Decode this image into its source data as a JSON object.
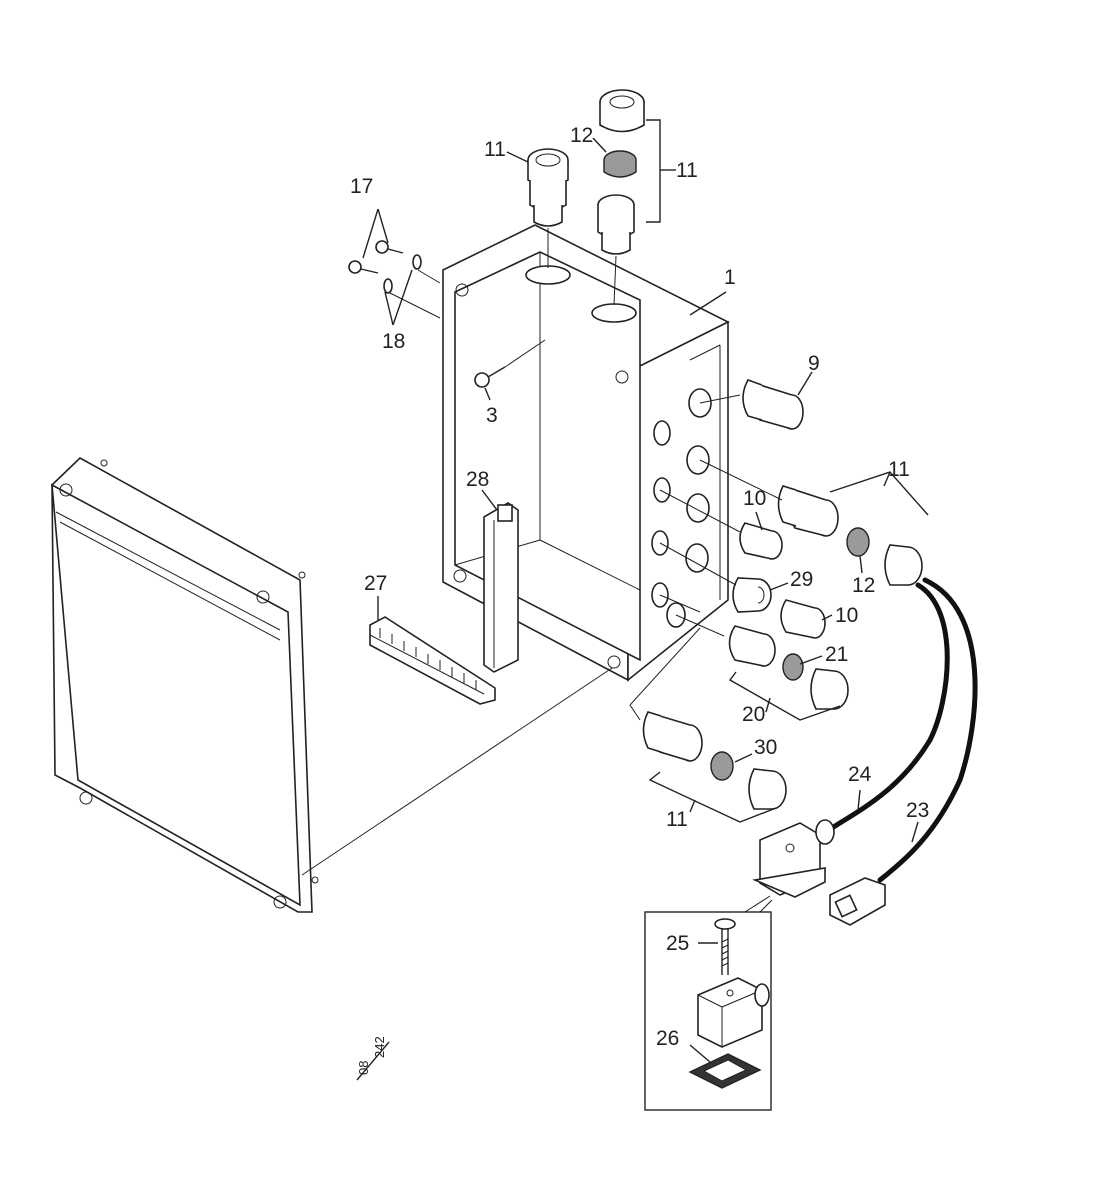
{
  "callouts": {
    "c1": "1",
    "c3": "3",
    "c9": "9",
    "c10a": "10",
    "c10b": "10",
    "c11_top_left": "11",
    "c11_top_right": "11",
    "c11_right": "11",
    "c11_bottom": "11",
    "c12_top": "12",
    "c12_right": "12",
    "c17": "17",
    "c18": "18",
    "c20": "20",
    "c21": "21",
    "c23": "23",
    "c24": "24",
    "c25": "25",
    "c26": "26",
    "c27": "27",
    "c28": "28",
    "c29": "29",
    "c30": "30"
  },
  "drawing_ref": {
    "top": "08",
    "bottom": "242"
  }
}
